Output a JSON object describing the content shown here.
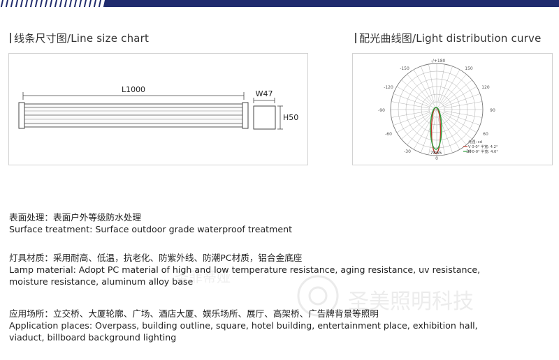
{
  "line_size": {
    "heading": "线条尺寸图/Line size chart",
    "length_label": "L1000",
    "width_label": "W47",
    "height_label": "H50"
  },
  "distribution": {
    "heading": "配光曲线图/Light distribution curve",
    "angle_labels": {
      "a180": "-/+180",
      "n150": "-150",
      "p150": "150",
      "n120": "-120",
      "p120": "120",
      "n90": "-90",
      "p90": "90",
      "n60": "-60",
      "p60": "60",
      "n30": "-30",
      "p30": "30",
      "zero": "0"
    },
    "center_value": "7865",
    "legend": {
      "line1": "光强: cd",
      "line2": "V 0-0°  半宽: 4.2°",
      "line3": "H 0-0°  半宽: 4.0°"
    },
    "colors": {
      "v_curve": "#c0392b",
      "h_curve": "#2e9e3e"
    }
  },
  "paragraphs": {
    "surface_cn": "表面处理：表面户外等级防水处理",
    "surface_en": "Surface treatment: Surface outdoor grade waterproof treatment",
    "material_cn": "灯具材质：采用耐高、低温，抗老化、防紫外线、防潮PC材质，铝合金底座",
    "material_en1": "Lamp material: Adopt PC material of high and low temperature resistance, aging resistance, uv resistance,",
    "material_en2": "moisture resistance, aluminum alloy base",
    "application_cn": "应用场所：立交桥、大厦轮廓、广场、酒店大厦、娱乐场所、展厅、高架桥、广告牌背景等照明",
    "application_en1": "Application places: Overpass, building outline, square, hotel building, entertainment place, exhibition hall,",
    "application_en2": "viaduct, billboard background lighting"
  },
  "watermark": {
    "brand_cn": "圣美照明科技",
    "brand_cn_small": "圣菲蒂娅"
  }
}
